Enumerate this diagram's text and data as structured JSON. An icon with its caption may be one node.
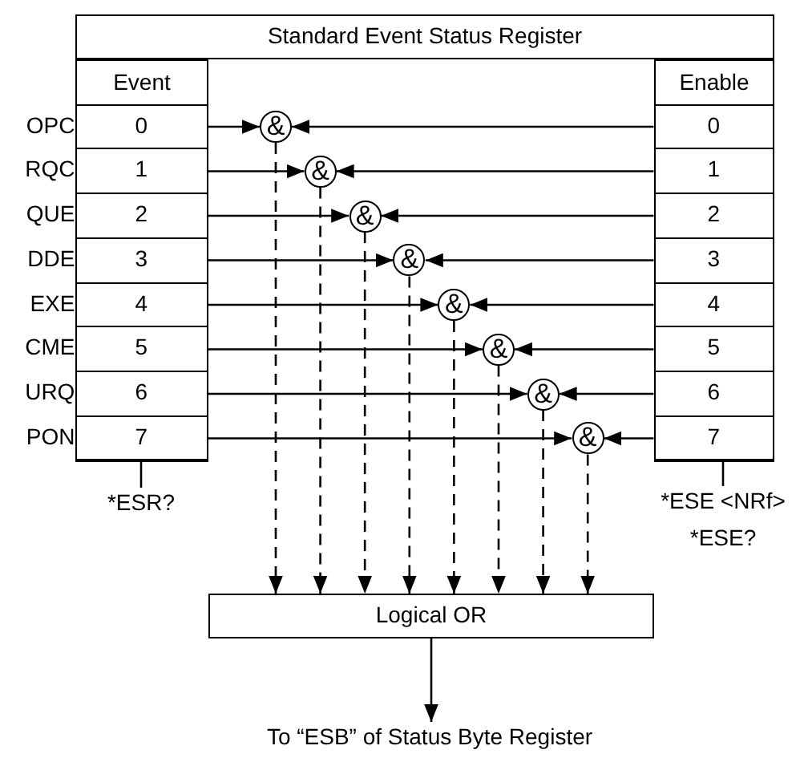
{
  "diagram": {
    "nodes": [
      {
        "text": [
          "Standard Event Status Register"
        ]
      },
      {
        "text": [
          "Event"
        ]
      },
      {
        "text": [
          "0"
        ],
        "in": 1,
        "beside": [
          "OPC"
        ]
      },
      {
        "text": [
          "1"
        ],
        "in": 1,
        "beside": [
          "RQC"
        ]
      },
      {
        "text": [
          "2"
        ],
        "in": 1,
        "beside": [
          "QUE"
        ]
      },
      {
        "text": [
          "3"
        ],
        "in": 1,
        "beside": [
          "DDE"
        ]
      },
      {
        "text": [
          "4"
        ],
        "in": 1,
        "beside": [
          "EXE"
        ]
      },
      {
        "text": [
          "5"
        ],
        "in": 1,
        "beside": [
          "CME"
        ]
      },
      {
        "text": [
          "6"
        ],
        "in": 1,
        "beside": [
          "URQ"
        ]
      },
      {
        "text": [
          "7"
        ],
        "in": 1,
        "beside": [
          "PON"
        ]
      },
      {
        "text": [
          "Enable"
        ]
      },
      {
        "text": [
          "0"
        ],
        "in": 10
      },
      {
        "text": [
          "1"
        ],
        "in": 10
      },
      {
        "text": [
          "2"
        ],
        "in": 10
      },
      {
        "text": [
          "3"
        ],
        "in": 10
      },
      {
        "text": [
          "4"
        ],
        "in": 10
      },
      {
        "text": [
          "5"
        ],
        "in": 10
      },
      {
        "text": [
          "6"
        ],
        "in": 10
      },
      {
        "text": [
          "7"
        ],
        "in": 10
      },
      {
        "text": [
          "&"
        ]
      },
      {
        "text": [
          "&"
        ]
      },
      {
        "text": [
          "&"
        ]
      },
      {
        "text": [
          "&"
        ]
      },
      {
        "text": [
          "&"
        ]
      },
      {
        "text": [
          "&"
        ]
      },
      {
        "text": [
          "&"
        ]
      },
      {
        "text": [
          "&"
        ]
      },
      {
        "text": [
          "Logical OR"
        ]
      },
      {
        "text": [
          "To “ESB” of Status Byte Register"
        ]
      },
      {
        "text": [
          "*ESR?"
        ]
      },
      {
        "text": [
          "*ESE <NRf>",
          "*ESE?"
        ]
      }
    ],
    "edges": [
      {
        "from": 2,
        "to": 19,
        "arrow": "to"
      },
      {
        "from": 11,
        "to": 19,
        "arrow": "to"
      },
      {
        "from": 3,
        "to": 20,
        "arrow": "to"
      },
      {
        "from": 12,
        "to": 20,
        "arrow": "to"
      },
      {
        "from": 4,
        "to": 21,
        "arrow": "to"
      },
      {
        "from": 13,
        "to": 21,
        "arrow": "to"
      },
      {
        "from": 5,
        "to": 22,
        "arrow": "to"
      },
      {
        "from": 14,
        "to": 22,
        "arrow": "to"
      },
      {
        "from": 6,
        "to": 23,
        "arrow": "to"
      },
      {
        "from": 15,
        "to": 23,
        "arrow": "to"
      },
      {
        "from": 7,
        "to": 24,
        "arrow": "to"
      },
      {
        "from": 16,
        "to": 24,
        "arrow": "to"
      },
      {
        "from": 8,
        "to": 25,
        "arrow": "to"
      },
      {
        "from": 17,
        "to": 25,
        "arrow": "to"
      },
      {
        "from": 9,
        "to": 26,
        "arrow": "to"
      },
      {
        "from": 18,
        "to": 26,
        "arrow": "to"
      },
      {
        "from": 19,
        "to": 27,
        "arrow": "to",
        "style": "dashed"
      },
      {
        "from": 20,
        "to": 27,
        "arrow": "to",
        "style": "dashed"
      },
      {
        "from": 21,
        "to": 27,
        "arrow": "to",
        "style": "dashed"
      },
      {
        "from": 22,
        "to": 27,
        "arrow": "to",
        "style": "dashed"
      },
      {
        "from": 23,
        "to": 27,
        "arrow": "to",
        "style": "dashed"
      },
      {
        "from": 24,
        "to": 27,
        "arrow": "to",
        "style": "dashed"
      },
      {
        "from": 25,
        "to": 27,
        "arrow": "to",
        "style": "dashed"
      },
      {
        "from": 26,
        "to": 27,
        "arrow": "to",
        "style": "dashed"
      },
      {
        "from": 27,
        "to": 28,
        "arrow": "to"
      },
      {
        "from": 29,
        "to": 1,
        "arrow": "none"
      },
      {
        "from": 30,
        "to": 10,
        "arrow": "none"
      }
    ]
  }
}
